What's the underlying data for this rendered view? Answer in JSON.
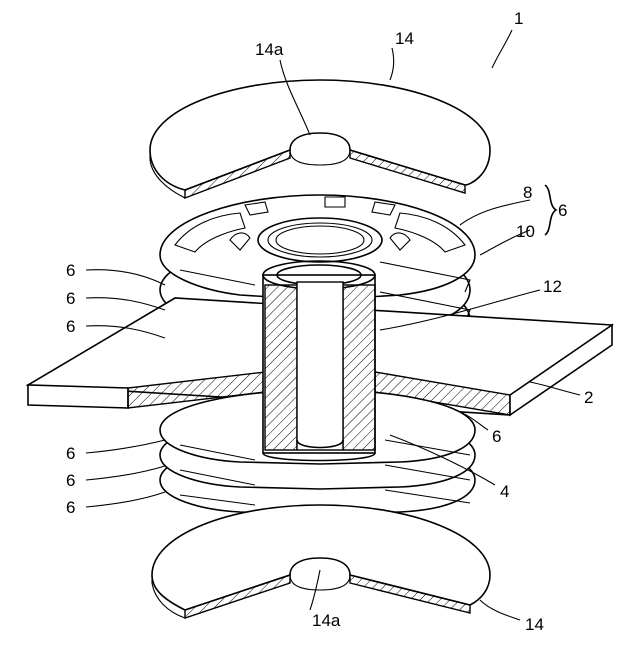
{
  "labels": {
    "assembly": "1",
    "plate": "2",
    "collar": "4",
    "unit": "6",
    "disc_upper": "8",
    "disc_lower": "10",
    "bore": "12",
    "washer": "14",
    "washer_notch": "14a"
  },
  "colors": {
    "line": "#000000",
    "background": "#ffffff"
  }
}
